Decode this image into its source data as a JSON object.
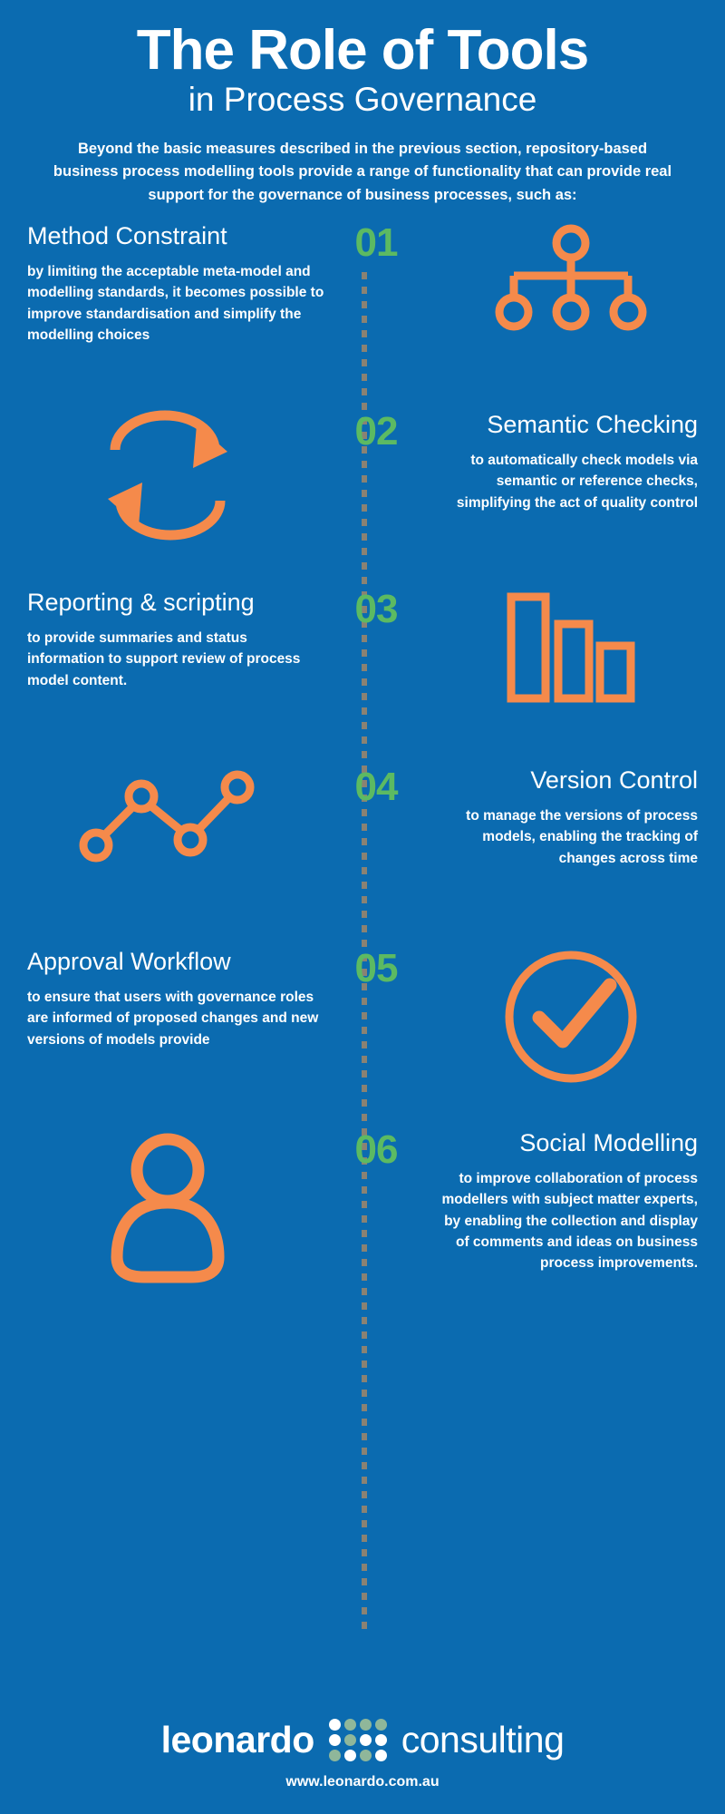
{
  "header": {
    "title_main": "The Role of Tools",
    "title_sub": "in Process Governance",
    "intro": "Beyond the basic measures described in the previous section, repository-based business process modelling tools provide a range of functionality that can provide real support for the governance of business processes, such as:"
  },
  "colors": {
    "background": "#0b6bb0",
    "accent_orange": "#f58a4b",
    "accent_green": "#5cba62",
    "dotted_line": "#8a8273",
    "text_white": "#ffffff",
    "logo_green": "#8fb79a"
  },
  "sections": [
    {
      "number": "01",
      "title": "Method Constraint",
      "body": "by limiting the acceptable meta-model and modelling standards, it becomes possible to improve standardisation and simplify the modelling choices",
      "icon": "org-chart-icon",
      "side": "left"
    },
    {
      "number": "02",
      "title": "Semantic Checking",
      "body": "to automatically check models via semantic or reference checks, simplifying the act of quality control",
      "icon": "circular-arrows-icon",
      "side": "right"
    },
    {
      "number": "03",
      "title": "Reporting & scripting",
      "body": "to provide summaries and status information to support review of process model content.",
      "icon": "bar-chart-icon",
      "side": "left"
    },
    {
      "number": "04",
      "title": "Version Control",
      "body": "to manage the versions of process models, enabling the tracking of changes across time",
      "icon": "line-chart-icon",
      "side": "right"
    },
    {
      "number": "05",
      "title": "Approval Workflow",
      "body": "to ensure that users with governance roles are informed of proposed changes and new versions of models provide",
      "icon": "check-circle-icon",
      "side": "left"
    },
    {
      "number": "06",
      "title": "Social Modelling",
      "body": "to improve collaboration of process modellers with subject matter experts, by enabling the collection and display of comments and ideas on business process improvements.",
      "icon": "person-icon",
      "side": "right"
    }
  ],
  "footer": {
    "logo_bold": "leonardo",
    "logo_light": "consulting",
    "url": "www.leonardo.com.au"
  }
}
